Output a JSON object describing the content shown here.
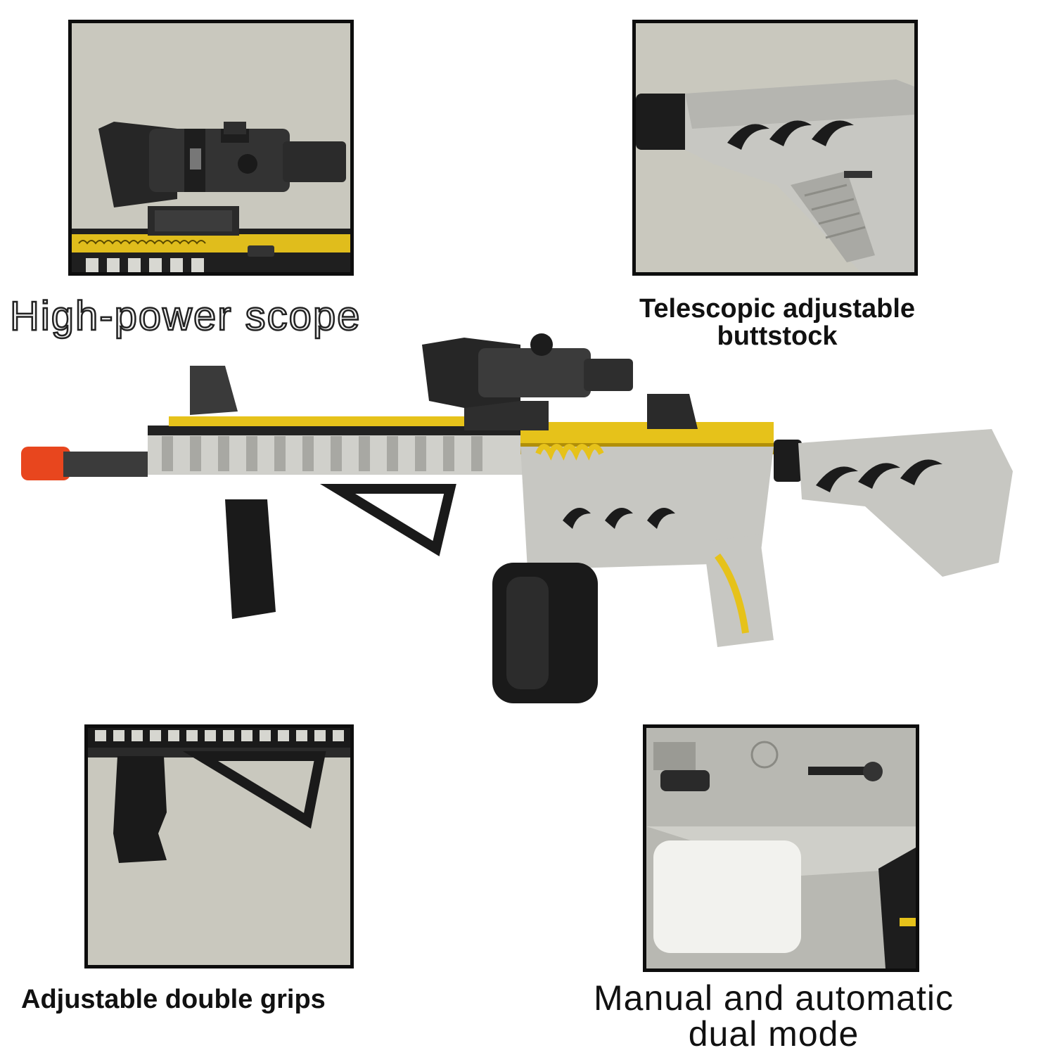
{
  "features": {
    "scope": "High-power scope",
    "stock_line1": "Telescopic adjustable",
    "stock_line2": "buttstock",
    "grips": "Adjustable double grips",
    "mode_line1": "Manual and automatic",
    "mode_line2": "dual mode"
  },
  "colors": {
    "panel_background": "#c9c8be",
    "panel_border": "#0d0d0d",
    "body_silver": "#c7c7c2",
    "accent_yellow": "#e6c21a",
    "muzzle_orange": "#e8461e",
    "polymer_black": "#1a1a1a"
  },
  "icons": [
    "scope-icon",
    "buttstock-icon",
    "foregrip-icon",
    "selector-icon",
    "rifle-icon"
  ]
}
